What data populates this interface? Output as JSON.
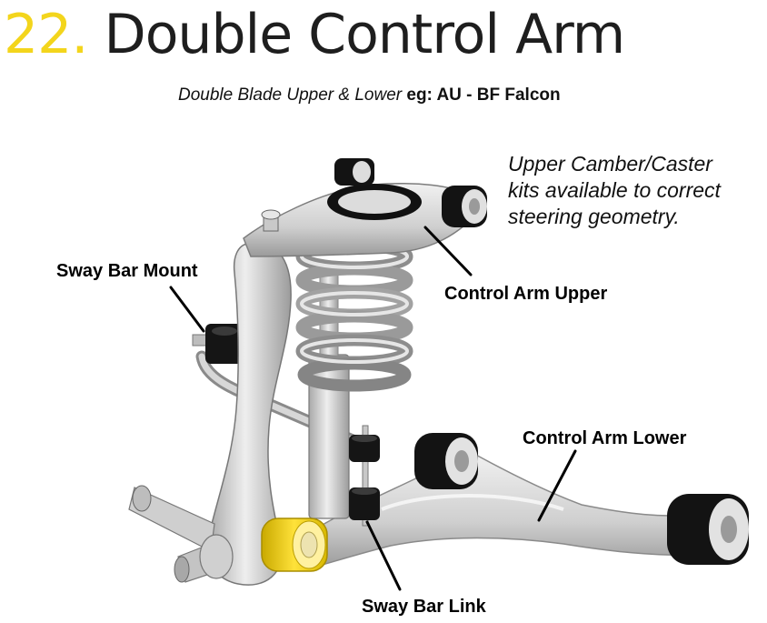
{
  "title": {
    "number": "22.",
    "text": "Double Control Arm"
  },
  "subtitle": {
    "italic": "Double Blade Upper & Lower",
    "bold": "eg: AU - BF Falcon"
  },
  "note": {
    "lines": [
      "Upper Camber/Caster",
      "kits available to correct",
      "steering geometry."
    ]
  },
  "labels": {
    "sway_bar_mount": "Sway Bar Mount",
    "control_arm_upper": "Control Arm Upper",
    "control_arm_lower": "Control Arm Lower",
    "sway_bar_link": "Sway Bar Link"
  },
  "colors": {
    "highlight_bushing": "#f3d51c",
    "title_number": "#f3d51c",
    "bushing": "#111111",
    "metal": "#d9d9d9"
  }
}
